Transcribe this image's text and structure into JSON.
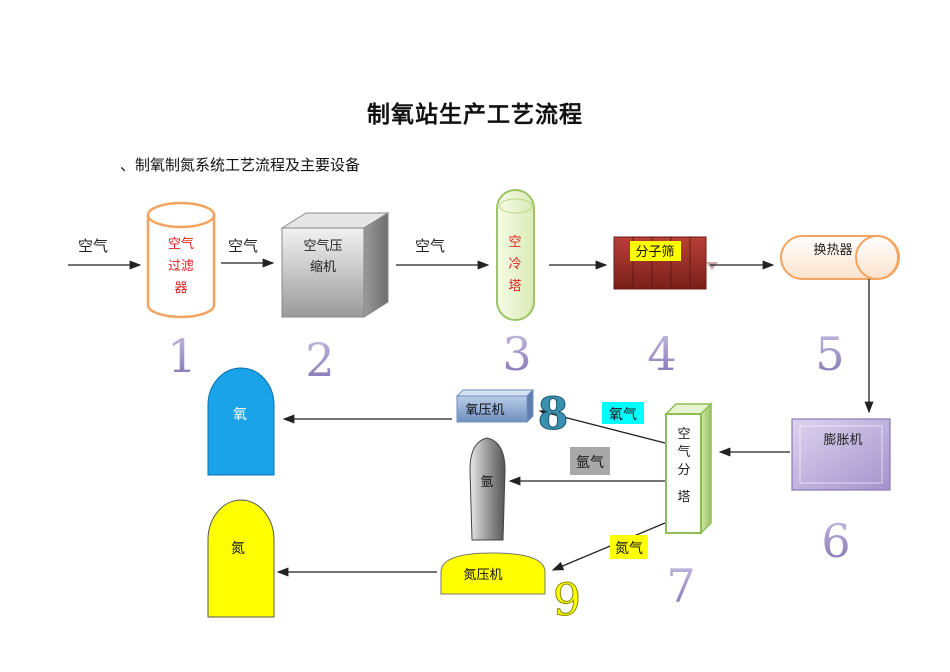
{
  "title": "制氧站生产工艺流程",
  "subtitle": "、制氧制氮系统工艺流程及主要设备",
  "flow_labels": {
    "air_in": "空气",
    "air_after_filter": "空气",
    "air_after_compressor": "空气",
    "oxygen": "氧气",
    "argon": "氩气",
    "nitrogen": "氮气"
  },
  "equipment": {
    "filter": {
      "line1": "空气",
      "line2": "过滤",
      "line3": "器",
      "number": "1"
    },
    "compressor": {
      "line1": "空气压",
      "line2": "缩机",
      "number": "2"
    },
    "cooling_tower": {
      "line1": "空",
      "line2": "冷",
      "line3": "塔",
      "number": "3"
    },
    "molecular_sieve": {
      "label": "分子筛",
      "number": "4"
    },
    "heat_exchanger": {
      "label": "换热器",
      "number": "5"
    },
    "expander": {
      "label": "膨胀机",
      "number": "6"
    },
    "separation_tower": {
      "line1": "空",
      "line2": "气",
      "line3": "分",
      "line4": "塔",
      "number": "7"
    },
    "oxygen_compressor": {
      "label": "氧压机",
      "number": "8"
    },
    "nitrogen_compressor": {
      "label": "氮压机",
      "number": "9"
    }
  },
  "tanks": {
    "oxygen": "氧",
    "argon": "氩",
    "nitrogen": "氮"
  },
  "colors": {
    "oxygen_tank": "#1aa3e8",
    "nitrogen_yellow": "#ffff00",
    "number_purple": "#9b8fc4",
    "filter_orange": "#f4a460",
    "sieve_red": "#a0302a",
    "expander_purple": "#b9a9d9"
  }
}
